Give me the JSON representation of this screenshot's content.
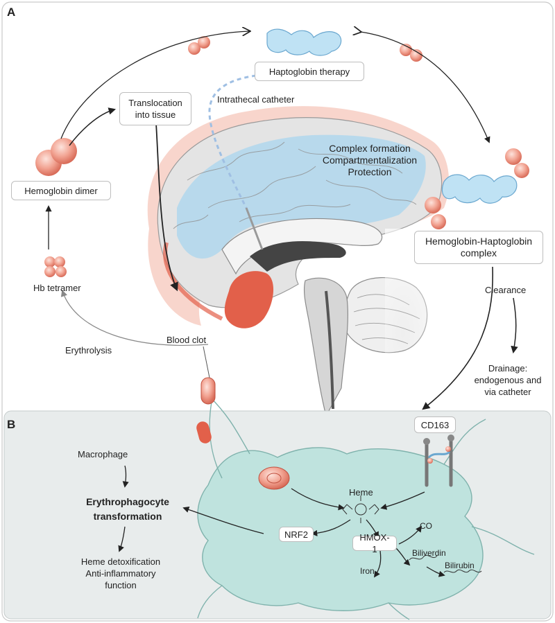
{
  "panels": {
    "a": "A",
    "b": "B"
  },
  "labels": {
    "haptoglobin_therapy": "Haptoglobin therapy",
    "intrathecal_catheter": "Intrathecal catheter",
    "translocation_line1": "Translocation",
    "translocation_line2": "into tissue",
    "complex_formation": "Complex formation",
    "compartmentalization": "Compartmentalization",
    "protection": "Protection",
    "hemoglobin_dimer": "Hemoglobin dimer",
    "hb_hp_complex_line1": "Hemoglobin-Haptoglobin",
    "hb_hp_complex_line2": "complex",
    "hb_tetramer": "Hb tetramer",
    "erythrolysis": "Erythrolysis",
    "blood_clot": "Blood clot",
    "clearance": "Clearance",
    "drainage_line1": "Drainage:",
    "drainage_line2": "endogenous and",
    "drainage_line3": "via catheter",
    "cd163": "CD163",
    "macrophage": "Macrophage",
    "erythrophagocyte_line1": "Erythrophagocyte",
    "erythrophagocyte_line2": "transformation",
    "heme_detox": "Heme detoxification",
    "anti_inflammatory_line1": "Anti-inflammatory",
    "anti_inflammatory_line2": "function",
    "heme": "Heme",
    "nrf2": "NRF2",
    "hmox1": "HMOX-1",
    "co": "CO",
    "biliverdin": "Biliverdin",
    "bilirubin": "Bilirubin",
    "iron": "Iron"
  },
  "colors": {
    "blood": "#e2604a",
    "cell": "#bfe3de",
    "panel_b_bg": "#e8ecec",
    "haptoglobin": "#a9d6ef",
    "brain": "#d9d9d9"
  }
}
